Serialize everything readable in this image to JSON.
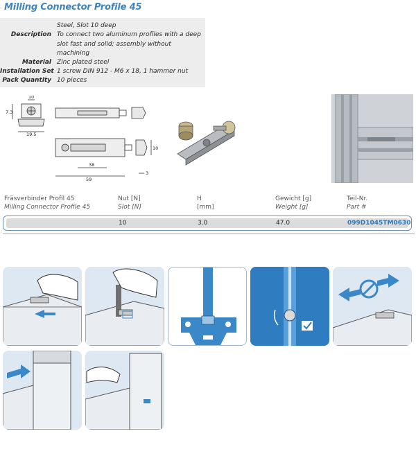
{
  "title": "Milling Connector Profile 45",
  "spec": {
    "rows": [
      {
        "label": "",
        "value": "Steel, Slot 10 deep"
      },
      {
        "label": "Description",
        "value": "To connect two aluminum profiles with a deep slot fast and solid; assembly without machining"
      },
      {
        "label": "Material",
        "value": "Zinc plated steel"
      },
      {
        "label": "Installation Set",
        "value": "1 screw DIN 912 - M6 x 18, 1 hammer nut"
      },
      {
        "label": "Pack Quantity",
        "value": "10 pieces"
      }
    ]
  },
  "drawing": {
    "dims": [
      "7.3",
      "10",
      "19.5",
      "38",
      "59",
      "10",
      "3"
    ]
  },
  "table": {
    "headers": [
      {
        "de": "Fräsverbinder Profil 45",
        "en": "Milling Connector Profile 45"
      },
      {
        "de": "Nut [N]",
        "en": "Slot [N]"
      },
      {
        "de": "H",
        "en": "[mm]"
      },
      {
        "de": "Gewicht [g]",
        "en": "Weight [g]"
      },
      {
        "de": "Teil-Nr.",
        "en": "Part #"
      }
    ],
    "row": {
      "slot": "10",
      "h": "3.0",
      "weight": "47.0",
      "part": "099D1045TM0630"
    }
  },
  "colors": {
    "accent": "#3d84bf",
    "panel_bg": "#dde8f3",
    "profile_blue": "#3a88c8"
  },
  "icons": [
    "check-icon",
    "no-slide-icon",
    "arrow-left-icon",
    "arrow-right-icon"
  ]
}
